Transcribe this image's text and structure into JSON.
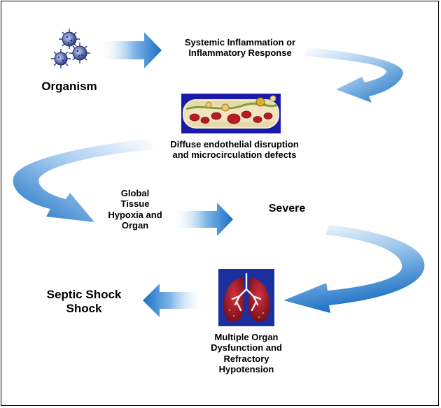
{
  "labels": {
    "organism": "Organism",
    "inflammation": [
      "Systemic Inflammation or",
      "Inflammatory Response"
    ],
    "endothelial": [
      "Diffuse endothelial disruption",
      "and microcirculation defects"
    ],
    "hypoxia": [
      "Global",
      "Tissue",
      "Hypoxia and",
      "Organ"
    ],
    "severe": "Severe",
    "mods": [
      "Multiple Organ",
      "Dysfunction and",
      "Refractory",
      "Hypotension"
    ],
    "septic": [
      "Septic Shock",
      "Shock"
    ]
  },
  "icons": {
    "organism": "virus-particles-icon",
    "vessel": "blood-vessel-icon",
    "lungs": "lungs-icon"
  },
  "colors": {
    "arrow_dark": "#1a6fc4",
    "arrow_light": "#ffffff",
    "vessel_bg": "#1a1aa8",
    "lungs_bg": "#1c2fa0",
    "lung_red": "#b01828"
  }
}
